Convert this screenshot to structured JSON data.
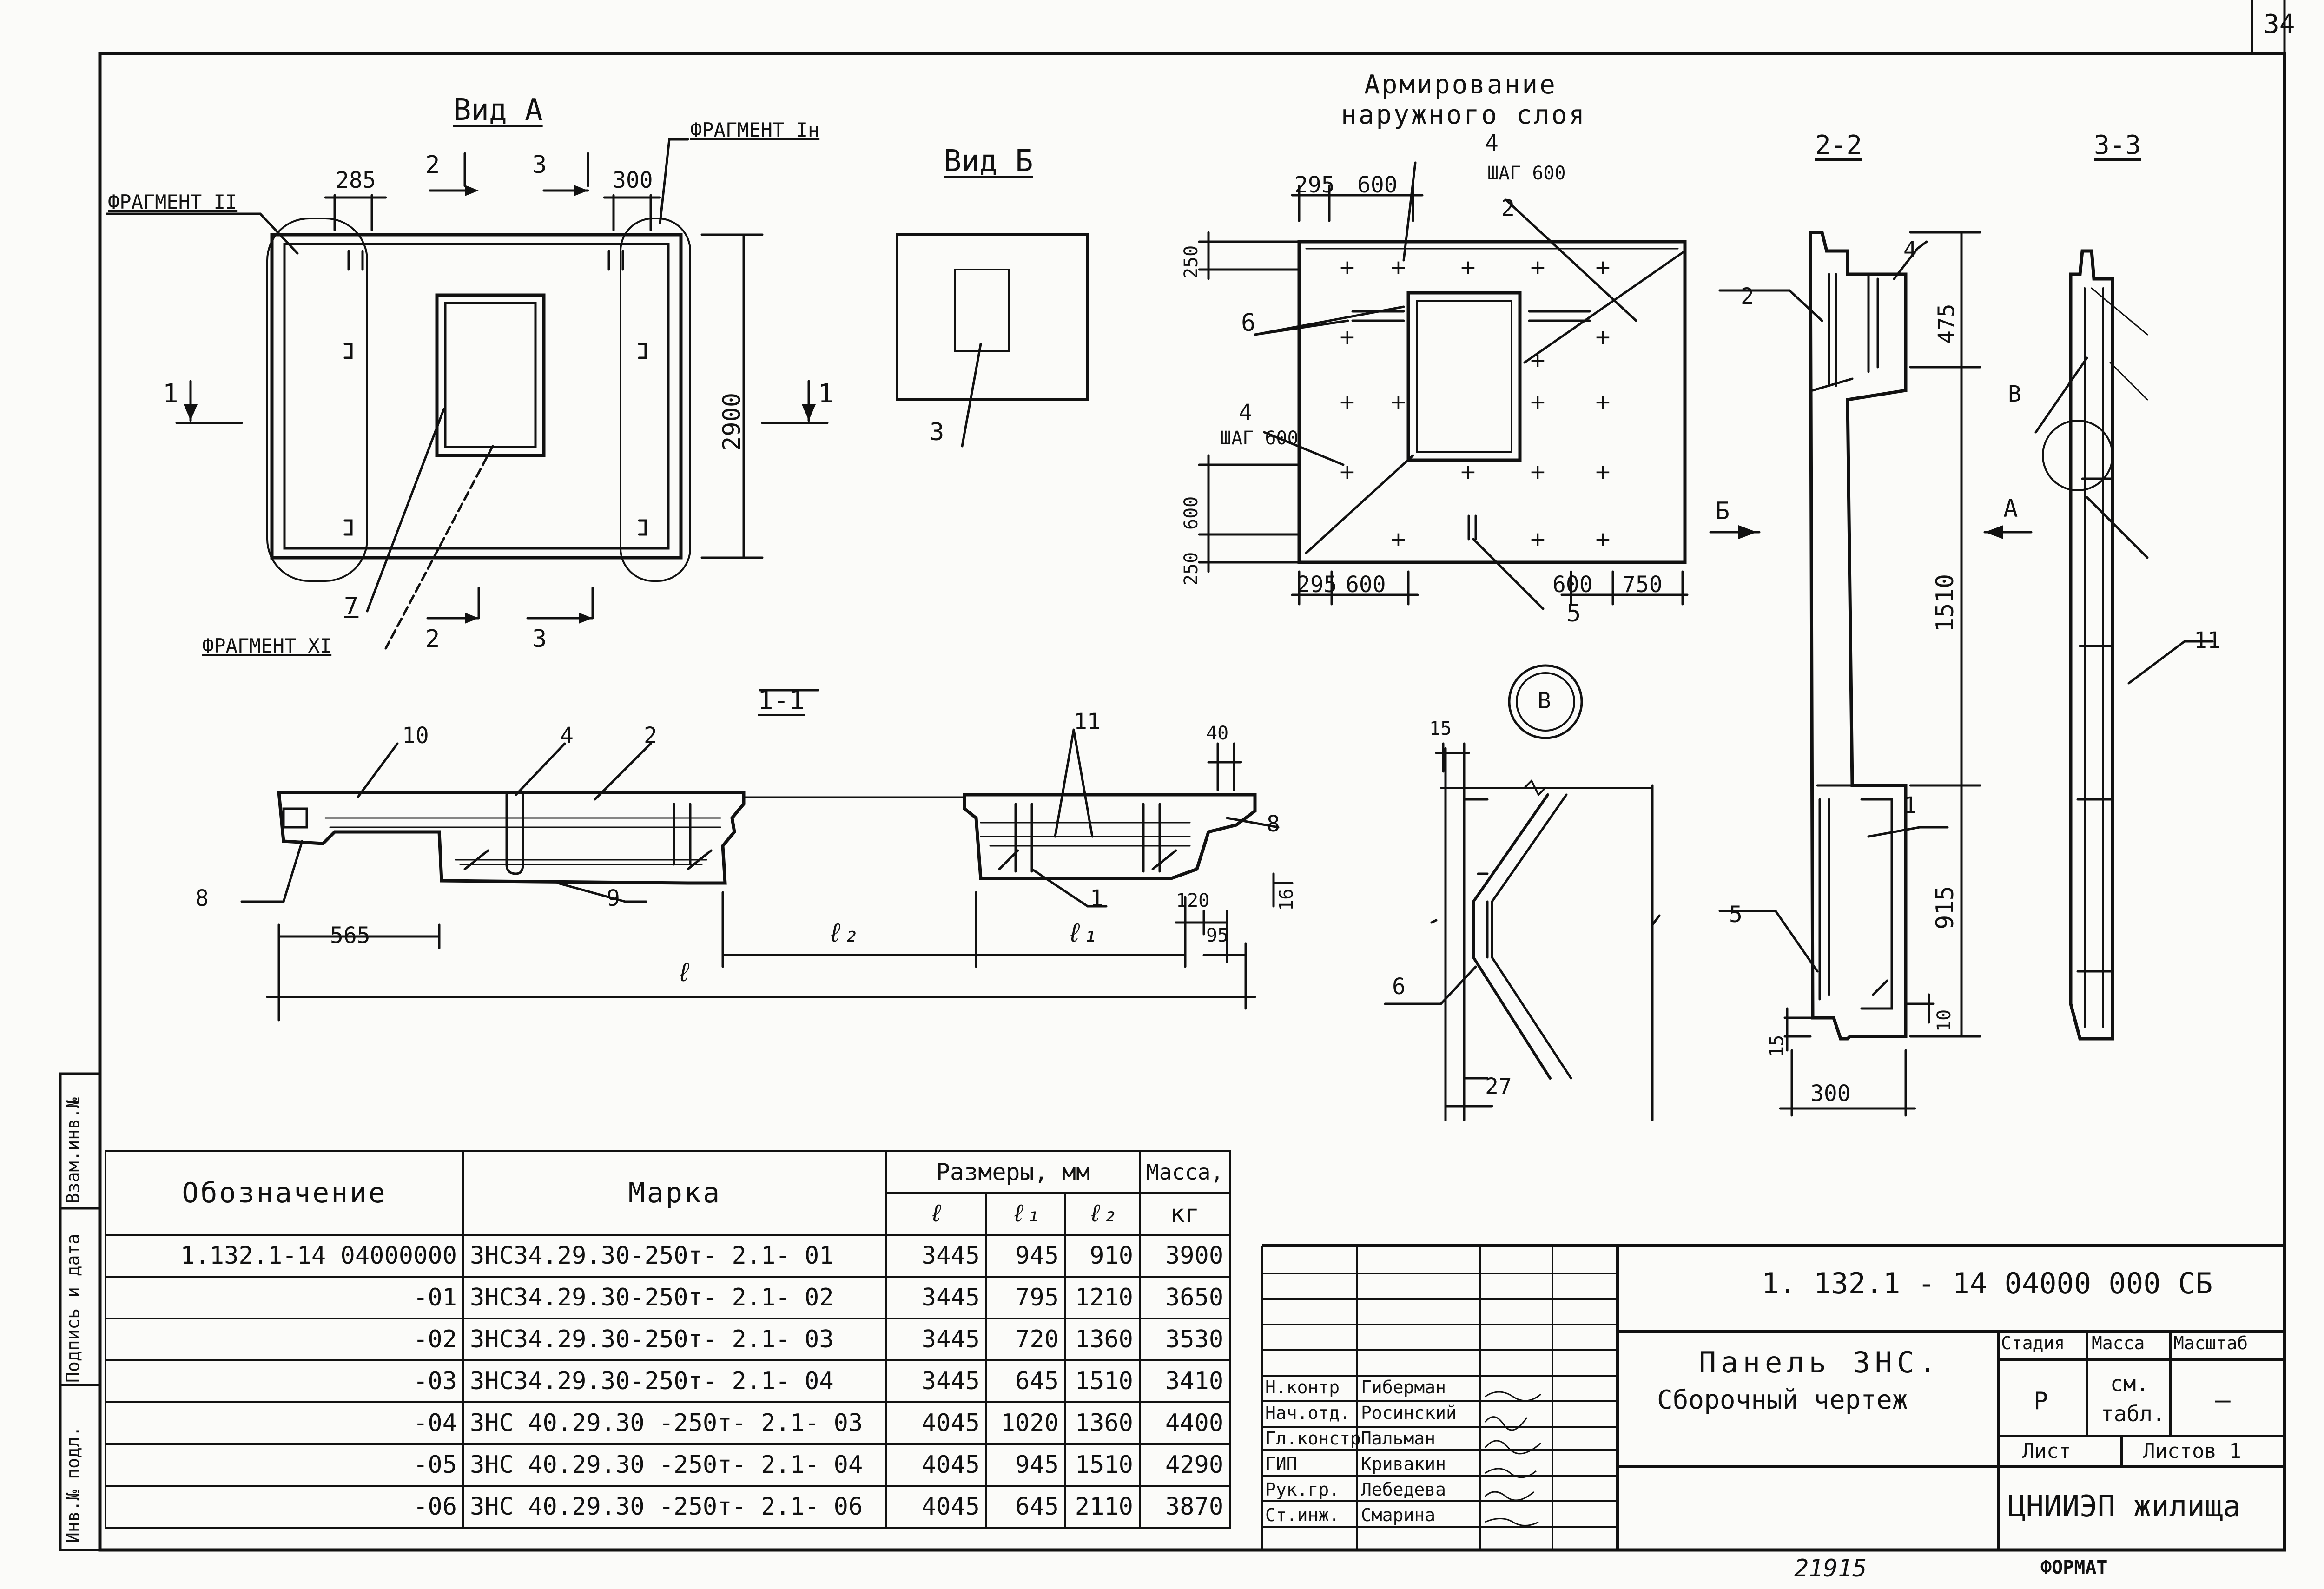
{
  "sheet": {
    "page_number": "34",
    "bottom_number": "21915",
    "format_label": "ФОРМАТ"
  },
  "views": {
    "vid_a": "Вид А",
    "vid_b": "Вид Б",
    "reinforcement_title_1": "Армирование",
    "reinforcement_title_2": "наружного слоя",
    "section_2_2": "2-2",
    "section_3_3": "3-3",
    "section_1_1": "1-1",
    "fragment_2": "ФРАГМЕНТ II",
    "fragment_1n": "ФРАГМЕНТ Iн",
    "fragment_11": "ФРАГМЕНТ XI",
    "detail_b": "В",
    "arrow_a": "А",
    "arrow_b": "Б",
    "cut_1": "1",
    "cut_2": "2",
    "cut_3": "3"
  },
  "dimensions": {
    "d285": "285",
    "d300": "300",
    "d2900": "2900",
    "d295": "295",
    "d600": "600",
    "d250": "250",
    "d750": "750",
    "step600": "ШАГ 600",
    "d475": "475",
    "d1510": "1510",
    "d915": "915",
    "d565": "565",
    "l": "ℓ",
    "l1": "ℓ₁",
    "l2": "ℓ₂",
    "d120": "120",
    "d95": "95",
    "d40": "40",
    "d16": "16",
    "d15": "15",
    "d27": "27",
    "d10": "10",
    "d300b": "300"
  },
  "callouts": [
    "1",
    "2",
    "3",
    "4",
    "5",
    "6",
    "7",
    "8",
    "9",
    "10",
    "11"
  ],
  "spec_table": {
    "headers": {
      "designation": "Обозначение",
      "mark": "Марка",
      "dims": "Размеры, мм",
      "mass": "Масса,",
      "l": "ℓ",
      "l1": "ℓ₁",
      "l2": "ℓ₂",
      "kg": "кг"
    },
    "rows": [
      {
        "designation": "1.132.1-14   04000000",
        "mark": "3НС34.29.30-250т- 2.1- 01",
        "l": "3445",
        "l1": "945",
        "l2": "910",
        "mass": "3900"
      },
      {
        "designation": "-01",
        "mark": "3НС34.29.30-250т- 2.1- 02",
        "l": "3445",
        "l1": "795",
        "l2": "1210",
        "mass": "3650"
      },
      {
        "designation": "-02",
        "mark": "3НС34.29.30-250т- 2.1- 03",
        "l": "3445",
        "l1": "720",
        "l2": "1360",
        "mass": "3530"
      },
      {
        "designation": "-03",
        "mark": "3НС34.29.30-250т- 2.1- 04",
        "l": "3445",
        "l1": "645",
        "l2": "1510",
        "mass": "3410"
      },
      {
        "designation": "-04",
        "mark": "3НС 40.29.30 -250т- 2.1- 03",
        "l": "4045",
        "l1": "1020",
        "l2": "1360",
        "mass": "4400"
      },
      {
        "designation": "-05",
        "mark": "3НС 40.29.30 -250т- 2.1- 04",
        "l": "4045",
        "l1": "945",
        "l2": "1510",
        "mass": "4290"
      },
      {
        "designation": "-06",
        "mark": "3НС 40.29.30 -250т- 2.1- 06",
        "l": "4045",
        "l1": "645",
        "l2": "2110",
        "mass": "3870"
      }
    ]
  },
  "side_stamp": {
    "inv_podl": "Инв.№ подл.",
    "podpis_data": "Подпись и дата",
    "vzam_inv": "Взам.инв.№"
  },
  "title_block": {
    "doc_code": "1. 132.1 - 14    04000 000 СБ",
    "title_1": "Панель 3НС.",
    "title_2": "Сборочный чертеж",
    "stage_label": "Стадия",
    "mass_label": "Масса",
    "scale_label": "Масштаб",
    "stage_value": "Р",
    "mass_value_1": "см.",
    "mass_value_2": "табл.",
    "scale_value": "—",
    "sheet_label": "Лист",
    "sheets_label": "Листов 1",
    "org": "ЦНИИЭП жилища",
    "signers": [
      {
        "role": "Н.контр",
        "name": "Гиберман"
      },
      {
        "role": "Нач.отд.",
        "name": "Росинский"
      },
      {
        "role": "Гл.констр",
        "name": "Пальман"
      },
      {
        "role": "ГИП",
        "name": "Кривакин"
      },
      {
        "role": "Рук.гр.",
        "name": "Лебедева"
      },
      {
        "role": "Ст.инж.",
        "name": "Смарина"
      }
    ]
  }
}
